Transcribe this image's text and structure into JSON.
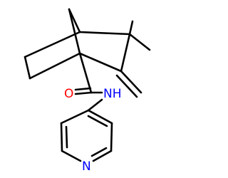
{
  "labels": {
    "oxygen": "O",
    "amide_nh": "NH",
    "pyridine_n": "N"
  },
  "colors": {
    "bond": "#000000",
    "oxygen": "#ff0000",
    "nitrogen": "#0000ff",
    "background": "#ffffff"
  }
}
